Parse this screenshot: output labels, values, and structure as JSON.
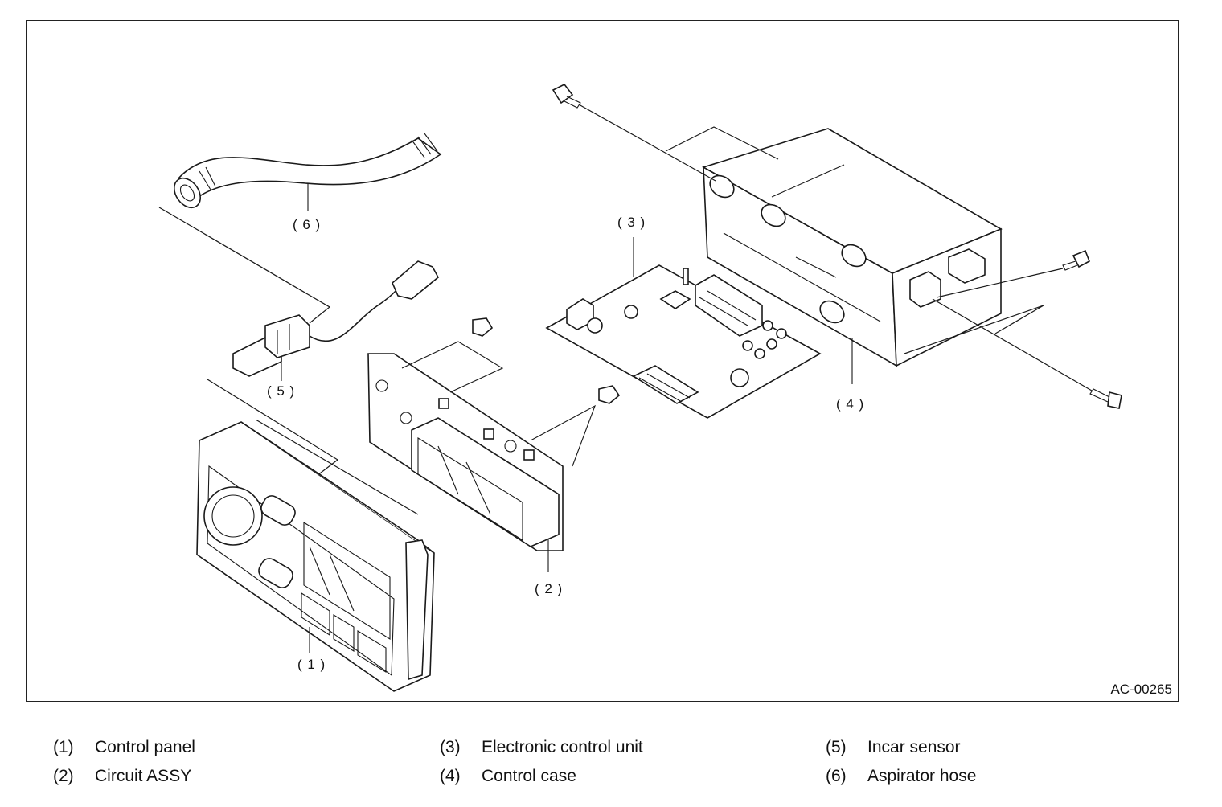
{
  "figure": {
    "id": "AC-00265",
    "callouts": {
      "c1": "( 1 )",
      "c2": "( 2 )",
      "c3": "( 3 )",
      "c4": "( 4 )",
      "c5": "( 5 )",
      "c6": "( 6 )"
    }
  },
  "legend": [
    {
      "num": "(1)",
      "label": "Control panel"
    },
    {
      "num": "(2)",
      "label": "Circuit ASSY"
    },
    {
      "num": "(3)",
      "label": "Electronic control unit"
    },
    {
      "num": "(4)",
      "label": "Control case"
    },
    {
      "num": "(5)",
      "label": "Incar sensor"
    },
    {
      "num": "(6)",
      "label": "Aspirator hose"
    }
  ]
}
